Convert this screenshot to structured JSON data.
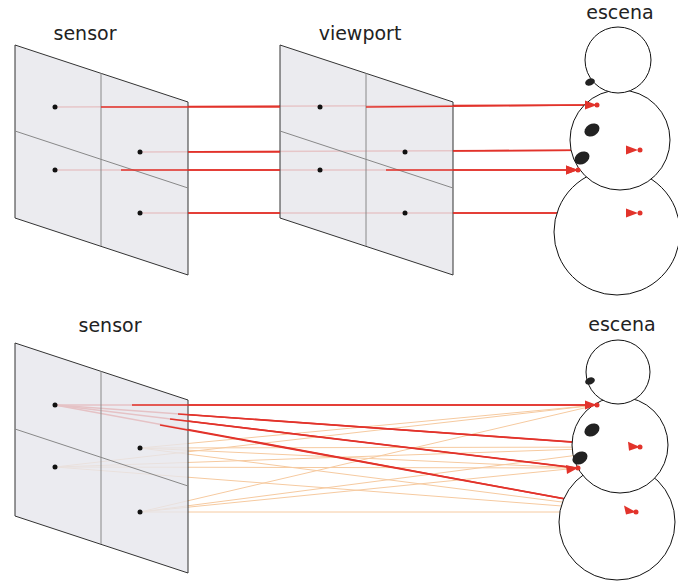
{
  "diagram": {
    "labels": [
      "sensor",
      "viewport",
      "escena",
      "sensor",
      "escena"
    ]
  }
}
